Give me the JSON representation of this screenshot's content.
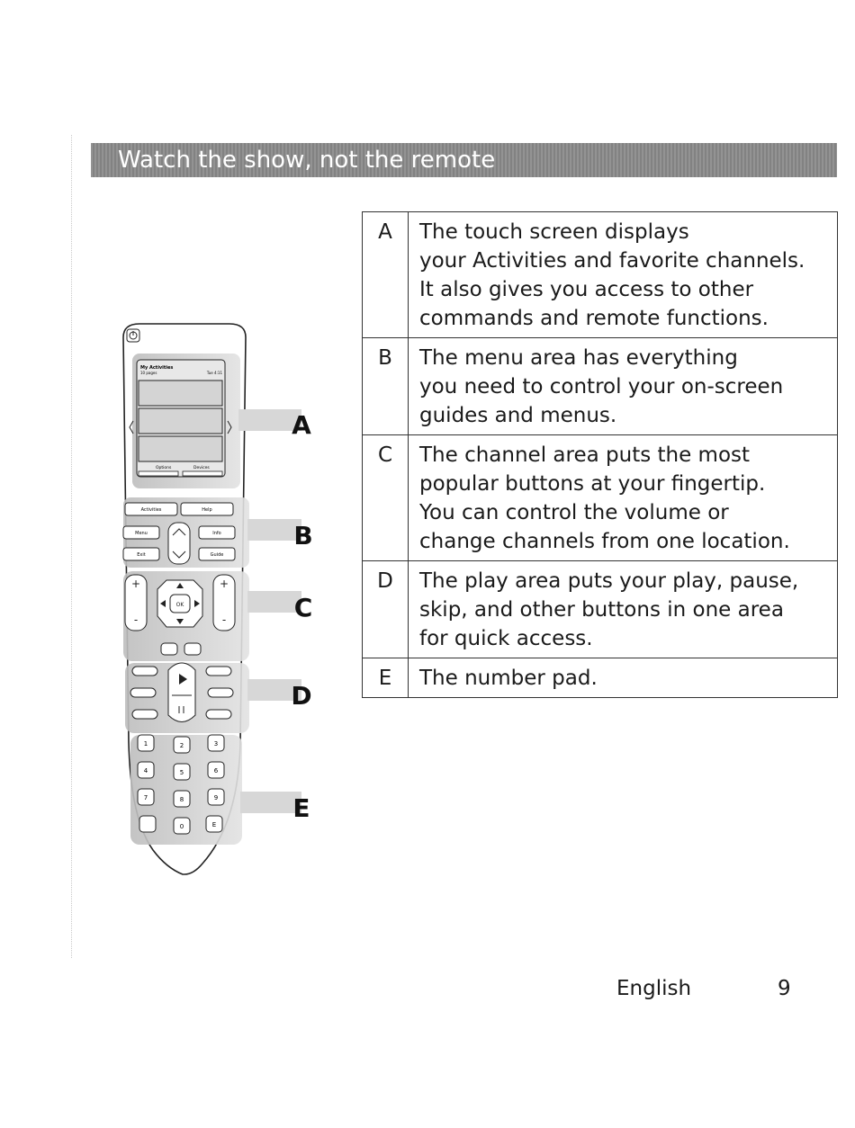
{
  "section": {
    "title": "Watch the show, not the remote"
  },
  "table": {
    "rows": [
      {
        "letter": "A",
        "lines": [
          "The touch screen displays",
          "your Activities and favorite channels.",
          "It also gives you access to other",
          "commands and remote functions."
        ]
      },
      {
        "letter": "B",
        "lines": [
          "The menu area has everything",
          "you need to control your on-screen",
          "guides and menus."
        ]
      },
      {
        "letter": "C",
        "lines": [
          "The channel area puts the most",
          "popular buttons at your fingertip.",
          "You can control the volume or",
          "change channels from one location."
        ]
      },
      {
        "letter": "D",
        "lines": [
          "The play area puts your play, pause,",
          "skip, and other buttons in one area",
          "for quick access."
        ]
      },
      {
        "letter": "E",
        "lines": [
          "The number pad."
        ]
      }
    ]
  },
  "remote": {
    "callouts": [
      "A",
      "B",
      "C",
      "D",
      "E"
    ],
    "screen": {
      "header": "My Activities",
      "subheader": "10 pages",
      "time": "Tue 4:11",
      "softkeys": [
        "Options",
        "Devices"
      ]
    },
    "menu_buttons": [
      "Activities",
      "Help",
      "Menu",
      "Info",
      "Exit",
      "Guide"
    ],
    "ok_label": "OK",
    "numpad": [
      "1",
      "2",
      "3",
      "4",
      "5",
      "6",
      "7",
      "8",
      "9",
      "",
      "0",
      "E"
    ]
  },
  "footer": {
    "language": "English",
    "page_number": "9"
  }
}
